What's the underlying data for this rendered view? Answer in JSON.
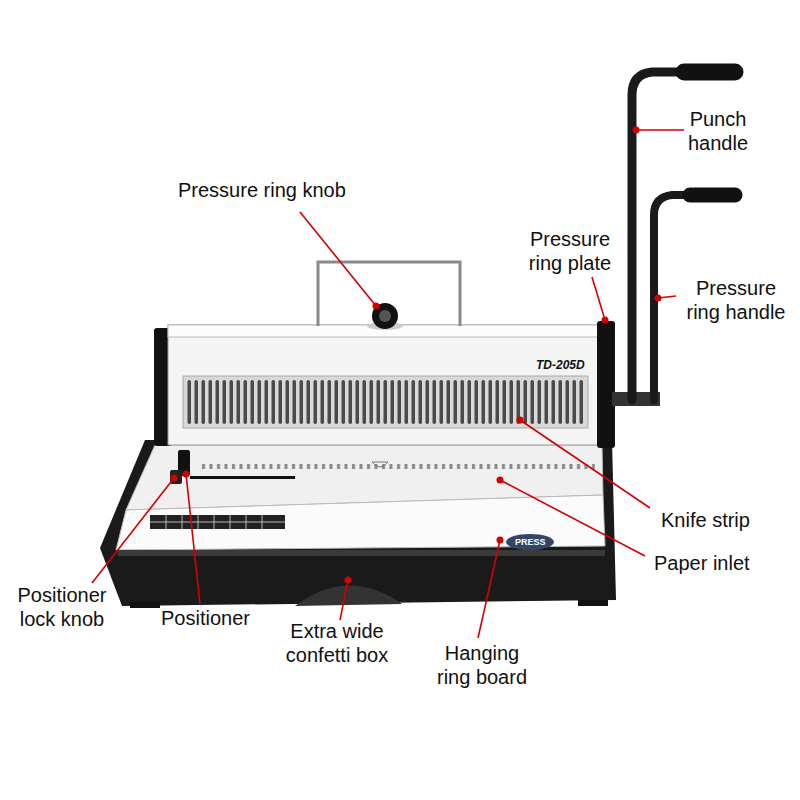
{
  "diagram": {
    "labels": [
      "Punch handle",
      "Pressure ring knob",
      "Pressure ring plate",
      "Pressure ring handle",
      "TD-205D",
      "Knife strip",
      "PRESS",
      "Paper inlet",
      "Positioner lock knob",
      "Positioner",
      "Extra wide confetti box",
      "Hanging ring board"
    ]
  }
}
